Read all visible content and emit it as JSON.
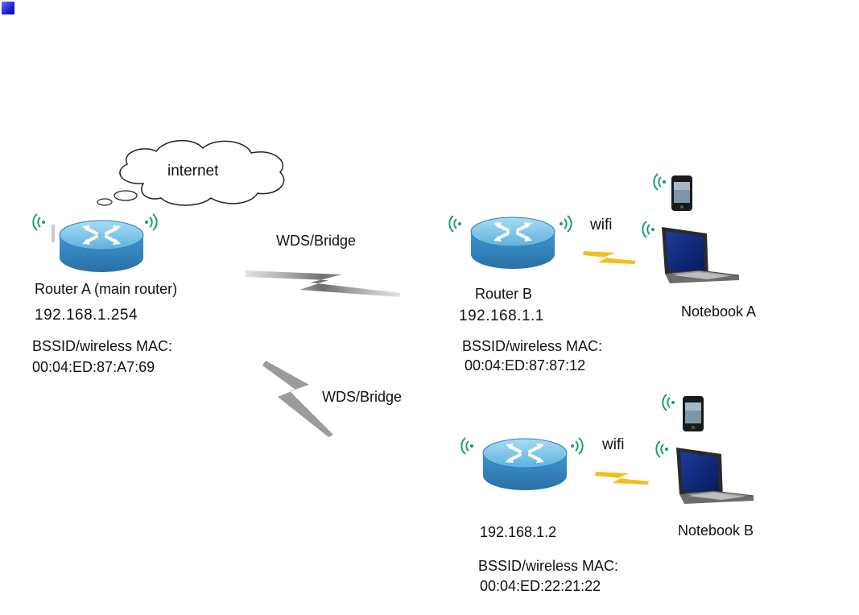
{
  "cloud": {
    "label": "internet"
  },
  "links": {
    "wds_top": "WDS/Bridge",
    "wds_bottom": "WDS/Bridge"
  },
  "router_a": {
    "name": "Router A (main router)",
    "ip": "192.168.1.254",
    "mac_label": "BSSID/wireless MAC:",
    "mac": "00:04:ED:87:A7:69"
  },
  "router_b": {
    "name": "Router B",
    "ip": "192.168.1.1",
    "mac_label": "BSSID/wireless MAC:",
    "mac": "00:04:ED:87:87:12",
    "wifi": "wifi"
  },
  "router_c": {
    "ip": "192.168.1.2",
    "mac_label": "BSSID/wireless MAC:",
    "mac": "00:04:ED:22:21:22",
    "wifi": "wifi"
  },
  "notebook_a": {
    "label": "Notebook A"
  },
  "notebook_b": {
    "label": "Notebook B"
  },
  "colors": {
    "router_body": "#3f8fc9",
    "router_top": "#7fc6ea",
    "lightning_wds": "#8a8a8a",
    "lightning_wifi": "#f0c020",
    "wave": "#1a9a7a"
  }
}
